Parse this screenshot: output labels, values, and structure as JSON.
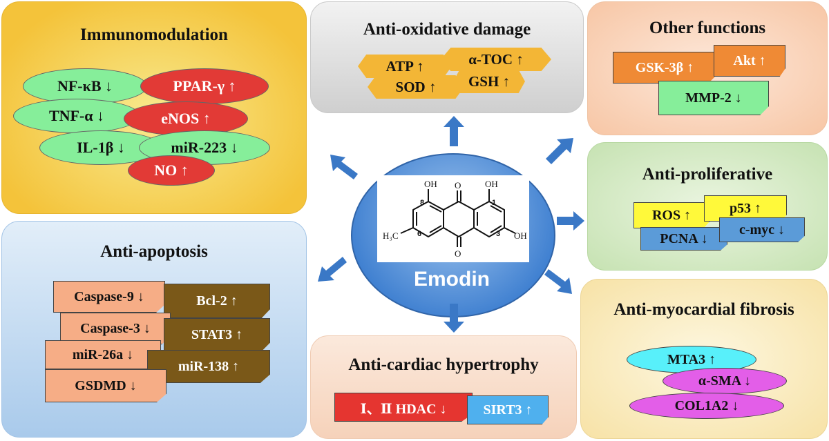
{
  "center": {
    "label": "Emodin"
  },
  "molecule": {
    "oh_top_left": "OH",
    "oh_top_right": "OH",
    "oh_right": "OH",
    "o_top": "O",
    "o_bottom": "O",
    "methyl": "H₃C",
    "n8": "8",
    "n1": "1",
    "n6": "6",
    "n3": "3"
  },
  "immuno": {
    "title": "Immunomodulation",
    "items": [
      "NF-κB ↓",
      "PPAR-γ ↑",
      "TNF-α ↓",
      "eNOS ↑",
      "IL-1β ↓",
      "miR-223 ↓",
      "NO ↑"
    ]
  },
  "antiox": {
    "title": "Anti-oxidative damage",
    "items": [
      "ATP ↑",
      "α-TOC ↑",
      "SOD ↑",
      "GSH ↑"
    ]
  },
  "other": {
    "title": "Other functions",
    "items": [
      "GSK-3β ↑",
      "Akt ↑",
      "MMP-2 ↓"
    ]
  },
  "prolif": {
    "title": "Anti-proliferative",
    "items": [
      "ROS ↑",
      "p53 ↑",
      "PCNA ↓",
      "c-myc ↓"
    ]
  },
  "apoptosis": {
    "title": "Anti-apoptosis",
    "items": [
      "Caspase-9 ↓",
      "Bcl-2 ↑",
      "Caspase-3 ↓",
      "STAT3 ↑",
      "miR-26a ↓",
      "miR-138 ↑",
      "GSDMD ↓"
    ]
  },
  "hypertrophy": {
    "title": "Anti-cardiac hypertrophy",
    "items": [
      "Ⅰ、Ⅱ HDAC ↓",
      "SIRT3 ↑"
    ]
  },
  "fibrosis": {
    "title": "Anti-myocardial fibrosis",
    "items": [
      "MTA3 ↑",
      "α-SMA ↓",
      "COL1A2 ↓"
    ]
  },
  "colors": {
    "arrow": "#3a78c6",
    "emodin_circle": "#3e7fd0"
  }
}
